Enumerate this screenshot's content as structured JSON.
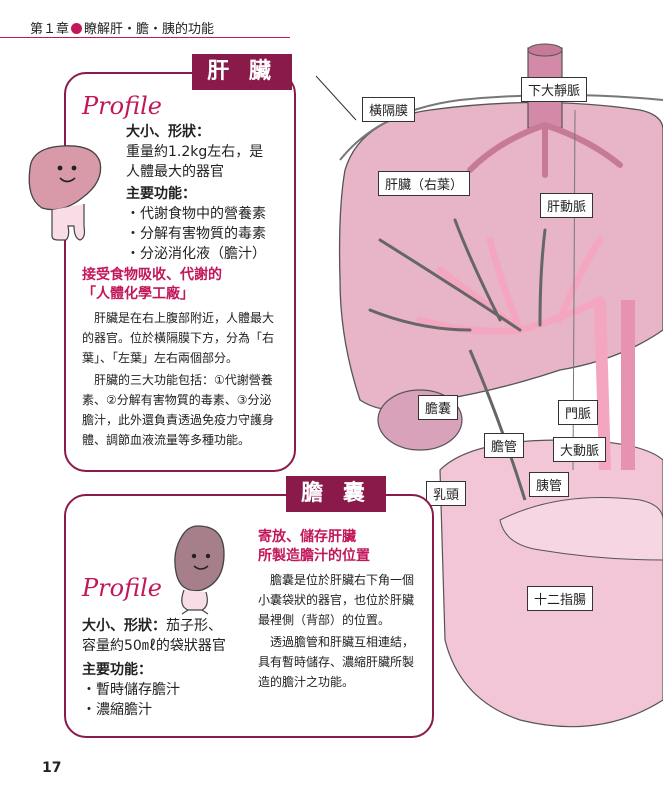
{
  "header": {
    "chapter_prefix": "第１章",
    "chapter_title": "瞭解肝・膽・胰的功能"
  },
  "liver": {
    "title": "肝 臟",
    "profile_script": "Profile",
    "size_label": "大小、形狀：",
    "size_text_1": "重量約1.2kg左右，是",
    "size_text_2": "人體最大的器官",
    "func_label": "主要功能：",
    "functions": [
      "・代謝食物中的營養素",
      "・分解有害物質的毒素",
      "・分泌消化液（膽汁）"
    ],
    "heading_1": "接受食物吸收、代謝的",
    "heading_2": "「人體化學工廠」",
    "para_1": "肝臟是在右上腹部附近，人體最大的器官。位於橫隔膜下方，分為「右葉」、「左葉」左右兩個部分。",
    "para_2": "肝臟的三大功能包括：①代謝營養素、②分解有害物質的毒素、③分泌膽汁，此外還負責透過免疫力守護身體、調節血液流量等多種功能。"
  },
  "gallbladder": {
    "title": "膽 囊",
    "profile_script": "Profile",
    "size_label": "大小、形狀：",
    "size_text_1": "茄子形、",
    "size_text_2": "容量約50㎖的袋狀器官",
    "func_label": "主要功能：",
    "functions": [
      "・暫時儲存膽汁",
      "・濃縮膽汁"
    ],
    "heading_1": "寄放、儲存肝臟",
    "heading_2": "所製造膽汁的位置",
    "para_1": "膽囊是位於肝臟右下角一個小囊袋狀的器官，也位於肝臟最裡側（背部）的位置。",
    "para_2": "透過膽管和肝臟互相連結，具有暫時儲存、濃縮肝臟所製造的膽汁之功能。"
  },
  "diagram_labels": {
    "ivc": "下大靜脈",
    "diaphragm": "橫隔膜",
    "right_lobe": "肝臟（右葉）",
    "hepatic_artery": "肝動脈",
    "gallbladder": "膽囊",
    "portal_vein": "門脈",
    "bile_duct": "膽管",
    "aorta": "大動脈",
    "papilla": "乳頭",
    "pancreatic_duct": "胰管",
    "duodenum": "十二指腸"
  },
  "page_number": "17",
  "colors": {
    "accent": "#8a1a4a",
    "pink": "#c2185b",
    "organ": "#e8b4c8",
    "vessel": "#f4a6c0"
  }
}
